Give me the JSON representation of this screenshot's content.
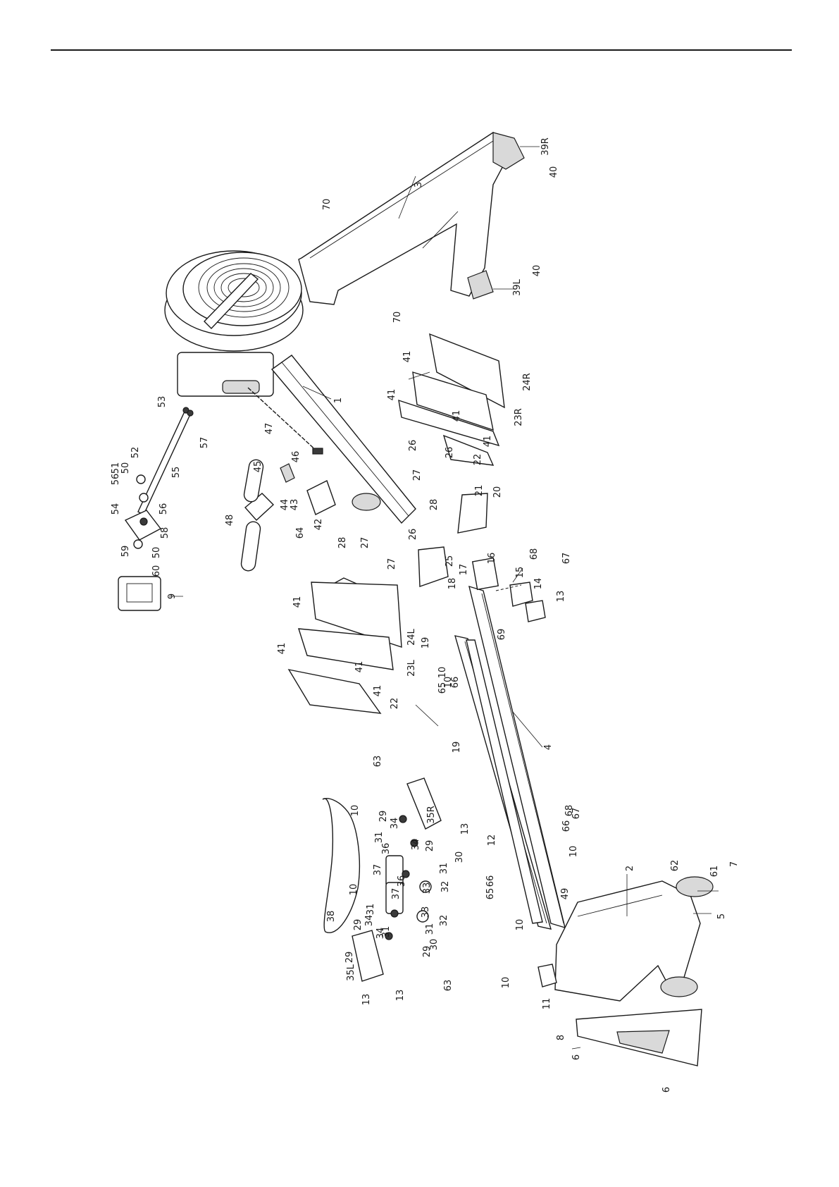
{
  "labels": {
    "l1": "1",
    "l2": "2",
    "l3": "3",
    "l4": "4",
    "l5": "5",
    "l6a": "6",
    "l6b": "6",
    "l7": "7",
    "l8": "8",
    "l9": "9",
    "l10a": "10",
    "l10b": "10",
    "l10c": "10",
    "l10d": "10",
    "l10e": "10",
    "l10f": "10",
    "l10g": "10",
    "l11": "11",
    "l12": "12",
    "l13a": "13",
    "l13b": "13",
    "l13c": "13",
    "l13d": "13",
    "l14": "14",
    "l15": "15",
    "l16": "16",
    "l17": "17",
    "l18": "18",
    "l19a": "19",
    "l19b": "19",
    "l20": "20",
    "l21": "21",
    "l22a": "22",
    "l22b": "22",
    "l23L": "23L",
    "l23R": "23R",
    "l24L": "24L",
    "l24R": "24R",
    "l25": "25",
    "l26a": "26",
    "l26b": "26",
    "l26c": "26",
    "l27a": "27",
    "l27b": "27",
    "l27c": "27",
    "l28a": "28",
    "l28b": "28",
    "l29a": "29",
    "l29b": "29",
    "l29c": "29",
    "l29d": "29",
    "l29e": "29",
    "l30a": "30",
    "l30b": "30",
    "l31a": "31",
    "l31b": "31",
    "l31c": "31",
    "l31d": "31",
    "l31e": "31",
    "l32a": "32",
    "l32b": "32",
    "l33a": "33",
    "l33b": "33",
    "l34a": "34",
    "l34b": "34",
    "l34c": "34",
    "l34d": "34",
    "l35L": "35L",
    "l35R": "35R",
    "l36a": "36",
    "l36b": "36",
    "l37a": "37",
    "l37b": "37",
    "l38": "38",
    "l39L": "39L",
    "l39R": "39R",
    "l40a": "40",
    "l40b": "40",
    "l41a": "41",
    "l41b": "41",
    "l41c": "41",
    "l41d": "41",
    "l41e": "41",
    "l41f": "41",
    "l41g": "41",
    "l41h": "41",
    "l42": "42",
    "l43": "43",
    "l44": "44",
    "l45": "45",
    "l46": "46",
    "l47": "47",
    "l48": "48",
    "l49": "49",
    "l50a": "50",
    "l50b": "50",
    "l51": "51",
    "l52": "52",
    "l53": "53",
    "l54": "54",
    "l55": "55",
    "l56a": "56",
    "l56b": "56",
    "l57": "57",
    "l58": "58",
    "l59": "59",
    "l60": "60",
    "l61": "61",
    "l62": "62",
    "l63a": "63",
    "l63b": "63",
    "l64": "64",
    "l65a": "65",
    "l65b": "65",
    "l66a": "66",
    "l66b": "66",
    "l66c": "66",
    "l67a": "67",
    "l67b": "67",
    "l68a": "68",
    "l68b": "68",
    "l69": "69",
    "l70a": "70",
    "l70b": "70"
  }
}
